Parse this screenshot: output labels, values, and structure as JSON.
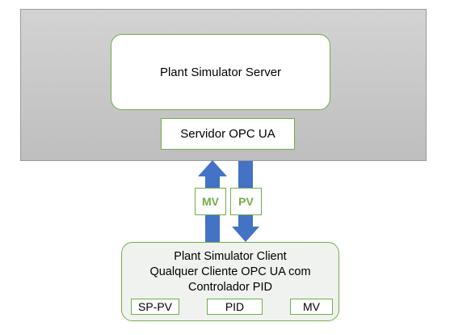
{
  "colors": {
    "accent_green": "#70ad47",
    "arrow_blue": "#4472c4",
    "panel_gray": "#c8c8c8"
  },
  "server": {
    "title": "Plant Simulator Server",
    "opc_label": "Servidor OPC UA"
  },
  "flows": {
    "up_label": "MV",
    "down_label": "PV"
  },
  "client": {
    "line1": "Plant Simulator Client",
    "line2": "Qualquer Cliente OPC UA com",
    "line3": "Controlador PID",
    "blocks": {
      "input": "SP-PV",
      "controller": "PID",
      "output": "MV"
    }
  }
}
